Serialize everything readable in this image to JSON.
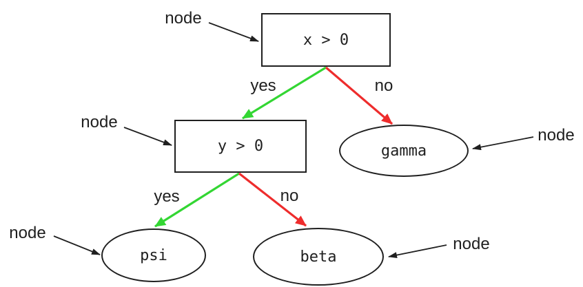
{
  "diagram": {
    "type": "decision-tree",
    "nodes": [
      {
        "id": "root",
        "shape": "rectangle",
        "label": "x > 0"
      },
      {
        "id": "y",
        "shape": "rectangle",
        "label": "y > 0"
      },
      {
        "id": "gamma",
        "shape": "ellipse",
        "label": "gamma"
      },
      {
        "id": "psi",
        "shape": "ellipse",
        "label": "psi"
      },
      {
        "id": "beta",
        "shape": "ellipse",
        "label": "beta"
      }
    ],
    "edges": [
      {
        "from": "x > 0",
        "to": "y > 0",
        "label": "yes",
        "color": "#33d633"
      },
      {
        "from": "x > 0",
        "to": "gamma",
        "label": "no",
        "color": "#ee2c2c"
      },
      {
        "from": "y > 0",
        "to": "psi",
        "label": "yes",
        "color": "#33d633"
      },
      {
        "from": "y > 0",
        "to": "beta",
        "label": "no",
        "color": "#ee2c2c"
      }
    ],
    "annotations": [
      "node",
      "node",
      "node",
      "node",
      "node"
    ],
    "colors": {
      "yes_edge": "#33d633",
      "no_edge": "#ee2c2c",
      "outline": "#1f1f1f",
      "text": "#1f1f1f",
      "background": "#ffffff"
    }
  }
}
